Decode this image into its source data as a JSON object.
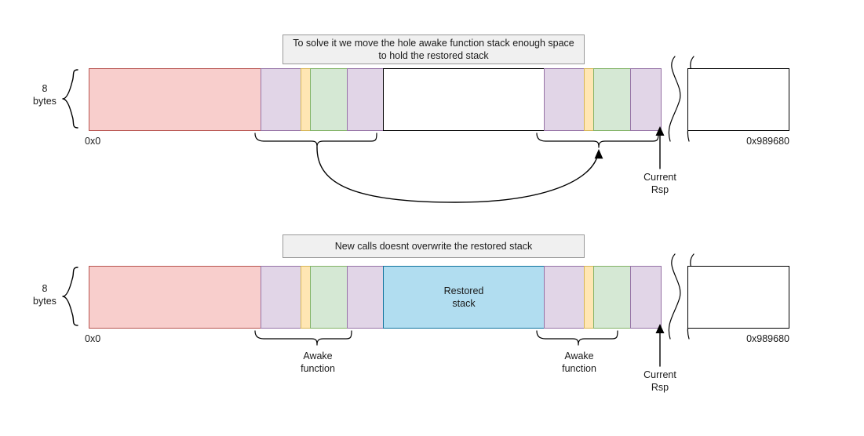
{
  "diagram": {
    "title_note": "Stack relocation diagram",
    "panels": [
      {
        "id": "panel-top",
        "caption": "To solve it we move the hole awake function stack enough space to hold the restored stack",
        "size_label_line1": "8",
        "size_label_line2": "bytes",
        "addr_start": "0x0",
        "addr_end": "0x989680",
        "rsp_label_line1": "Current",
        "rsp_label_line2": "Rsp",
        "segments": [
          {
            "name": "used-stack",
            "color": "#f8cecc",
            "border": "#b85450",
            "label": ""
          },
          {
            "name": "awake-purple-a",
            "color": "#e1d5e7",
            "border": "#9673a6",
            "label": ""
          },
          {
            "name": "awake-yellow-a",
            "color": "#ffe6b3",
            "border": "#d6b656",
            "label": ""
          },
          {
            "name": "awake-green-a",
            "color": "#d5e8d4",
            "border": "#82b366",
            "label": ""
          },
          {
            "name": "awake-purple-b",
            "color": "#e1d5e7",
            "border": "#9673a6",
            "label": ""
          },
          {
            "name": "hole-gap",
            "color": "#ffffff",
            "border": "#000000",
            "label": ""
          },
          {
            "name": "moved-purple-a",
            "color": "#e1d5e7",
            "border": "#9673a6",
            "label": ""
          },
          {
            "name": "moved-yellow-a",
            "color": "#ffe6b3",
            "border": "#d6b656",
            "label": ""
          },
          {
            "name": "moved-green-a",
            "color": "#d5e8d4",
            "border": "#82b366",
            "label": ""
          },
          {
            "name": "moved-purple-b",
            "color": "#e1d5e7",
            "border": "#9673a6",
            "label": ""
          }
        ],
        "brace_labels": [
          "",
          ""
        ]
      },
      {
        "id": "panel-bottom",
        "caption": "New calls doesnt overwrite the restored stack",
        "size_label_line1": "8",
        "size_label_line2": "bytes",
        "addr_start": "0x0",
        "addr_end": "0x989680",
        "rsp_label_line1": "Current",
        "rsp_label_line2": "Rsp",
        "restored_label_line1": "Restored",
        "restored_label_line2": "stack",
        "brace_left_line1": "Awake",
        "brace_left_line2": "function",
        "brace_right_line1": "Awake",
        "brace_right_line2": "function",
        "segments": [
          {
            "name": "used-stack",
            "color": "#f8cecc",
            "border": "#b85450",
            "label": ""
          },
          {
            "name": "awake-purple-a",
            "color": "#e1d5e7",
            "border": "#9673a6",
            "label": ""
          },
          {
            "name": "awake-yellow-a",
            "color": "#ffe6b3",
            "border": "#d6b656",
            "label": ""
          },
          {
            "name": "awake-green-a",
            "color": "#d5e8d4",
            "border": "#82b366",
            "label": ""
          },
          {
            "name": "awake-purple-b",
            "color": "#e1d5e7",
            "border": "#9673a6",
            "label": ""
          },
          {
            "name": "restored-stack",
            "color": "#b1ddf0",
            "border": "#10739e",
            "label": "Restored stack"
          },
          {
            "name": "moved-purple-a",
            "color": "#e1d5e7",
            "border": "#9673a6",
            "label": ""
          },
          {
            "name": "moved-yellow-a",
            "color": "#ffe6b3",
            "border": "#d6b656",
            "label": ""
          },
          {
            "name": "moved-green-a",
            "color": "#d5e8d4",
            "border": "#82b366",
            "label": ""
          },
          {
            "name": "moved-purple-b",
            "color": "#e1d5e7",
            "border": "#9673a6",
            "label": ""
          }
        ]
      }
    ]
  },
  "colors": {
    "caption_bg": "#f0f0f0",
    "caption_border": "#999999",
    "stroke": "#000000",
    "red_fill": "#f8cecc",
    "purple_fill": "#e1d5e7",
    "yellow_fill": "#ffe6b3",
    "green_fill": "#d5e8d4",
    "blue_fill": "#b1ddf0"
  }
}
